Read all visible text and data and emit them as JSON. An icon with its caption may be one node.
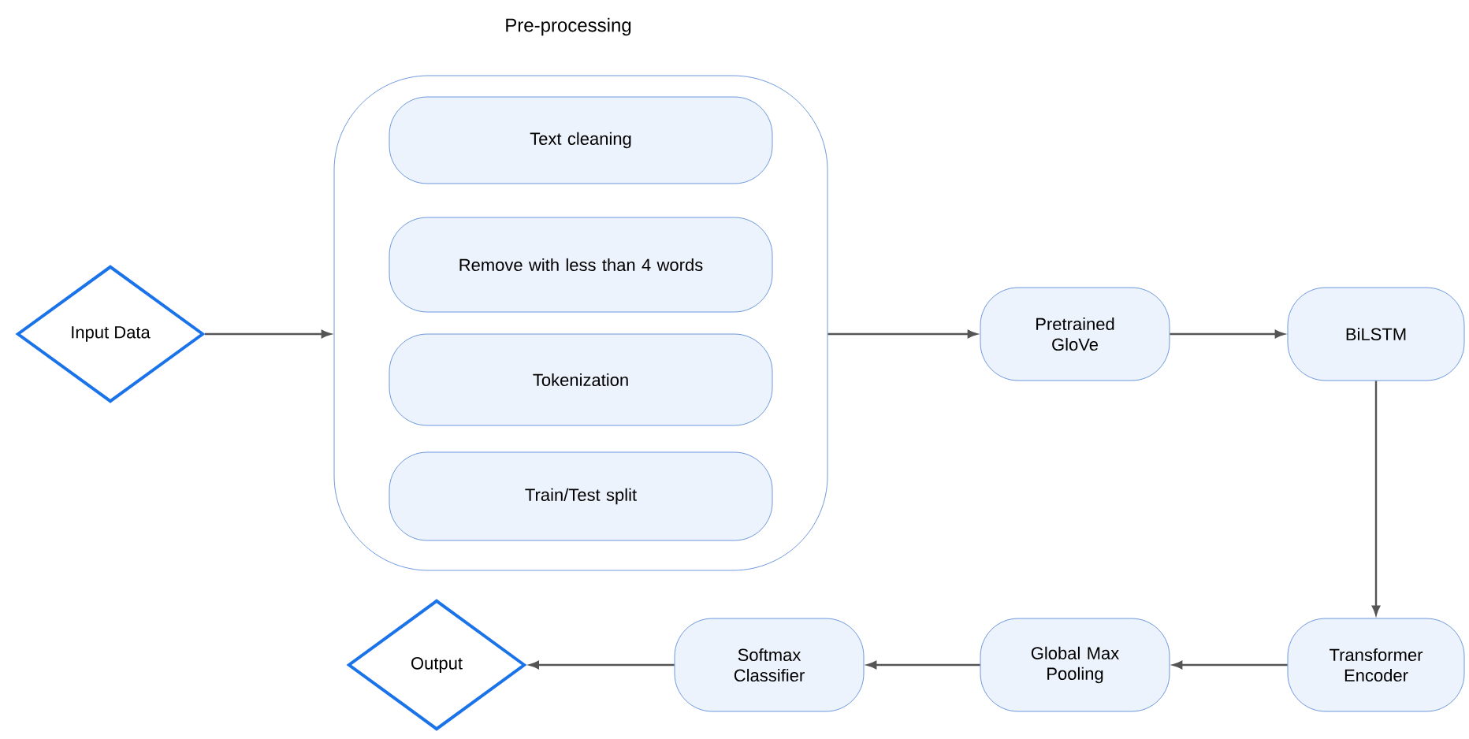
{
  "diagram": {
    "nodes": [
      {
        "text": [
          "Pre-processing"
        ]
      },
      {
        "text": [
          "Text cleaning"
        ],
        "in": 0
      },
      {
        "text": [
          "Remove with less than 4 words"
        ],
        "in": 0
      },
      {
        "text": [
          "Tokenization"
        ],
        "in": 0
      },
      {
        "text": [
          "Train/Test split"
        ],
        "in": 0
      },
      {
        "text": [
          "Input Data"
        ]
      },
      {
        "text": [
          "Pretrained GloVe"
        ]
      },
      {
        "text": [
          "BiLSTM"
        ]
      },
      {
        "text": [
          "Transformer Encoder"
        ]
      },
      {
        "text": [
          "Global Max Pooling"
        ]
      },
      {
        "text": [
          "Softmax Classifier"
        ]
      },
      {
        "text": [
          "Output"
        ]
      }
    ],
    "edges": [
      {
        "from": 5,
        "to": 0,
        "arrow": "to"
      },
      {
        "from": 0,
        "to": 6,
        "arrow": "to"
      },
      {
        "from": 6,
        "to": 7,
        "arrow": "to"
      },
      {
        "from": 7,
        "to": 8,
        "arrow": "to"
      },
      {
        "from": 8,
        "to": 9,
        "arrow": "to"
      },
      {
        "from": 9,
        "to": 10,
        "arrow": "to"
      },
      {
        "from": 10,
        "to": 11,
        "arrow": "to"
      }
    ]
  }
}
